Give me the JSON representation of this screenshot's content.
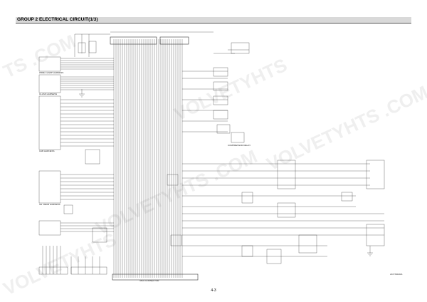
{
  "header": {
    "title": "GROUP  2  ELECTRICAL CIRCUIT(1/3)"
  },
  "footer": {
    "page_number": "4-3",
    "drawing_code": "210Y60ES01"
  },
  "labels": {
    "bottom_connector": "MCU CONNECTOR",
    "compressor_relay": "COMPRESSOR RELAY",
    "left_block_1": "WIRE CLAMP HARNESS",
    "left_block_2": "CLASS HARNESS",
    "left_block_3": "CAB HARNESS",
    "left_block_4": "SH. REAR HARNESS"
  },
  "colors": {
    "line": "#333333",
    "header_fill": "#d9d9d9",
    "watermark": "#eeeeee"
  }
}
